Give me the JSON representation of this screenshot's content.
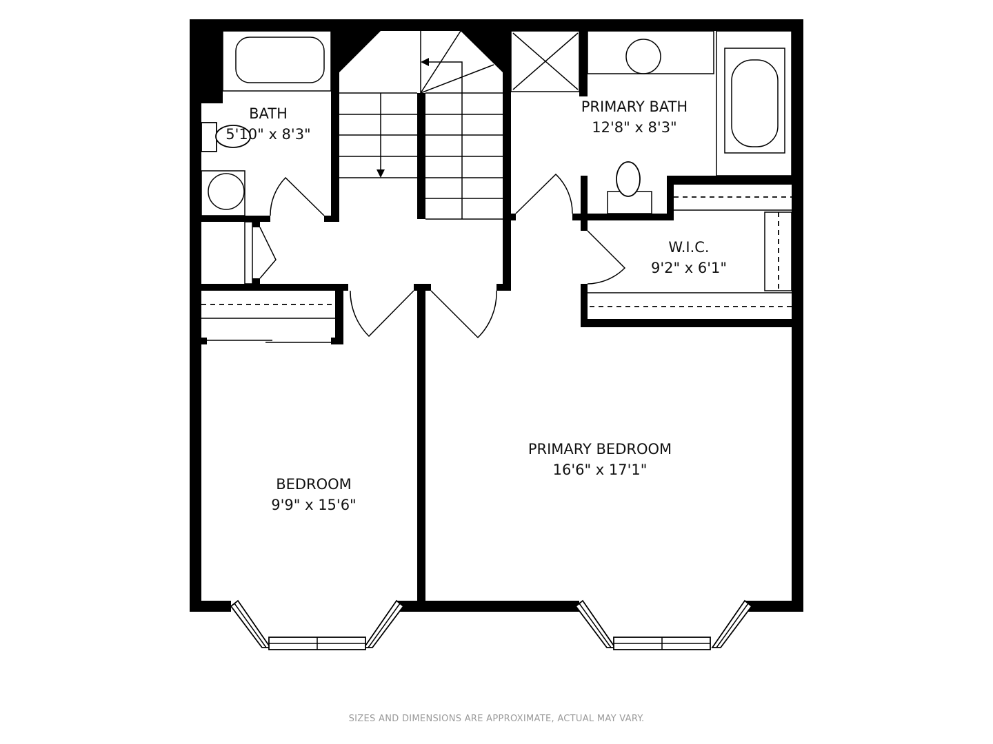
{
  "rooms": {
    "bath": {
      "name": "BATH",
      "size": "5'10\" x 8'3\""
    },
    "primary_bath": {
      "name": "PRIMARY BATH",
      "size": "12'8\" x 8'3\""
    },
    "wic": {
      "name": "W.I.C.",
      "size": "9'2\" x 6'1\""
    },
    "bedroom": {
      "name": "BEDROOM",
      "size": "9'9\" x 15'6\""
    },
    "primary_bedroom": {
      "name": "PRIMARY BEDROOM",
      "size": "16'6\" x 17'1\""
    }
  },
  "disclaimer": "SIZES AND DIMENSIONS ARE APPROXIMATE, ACTUAL MAY VARY.",
  "colors": {
    "wall": "#000000",
    "background": "#ffffff",
    "disclaimer": "#9a9a9a"
  }
}
